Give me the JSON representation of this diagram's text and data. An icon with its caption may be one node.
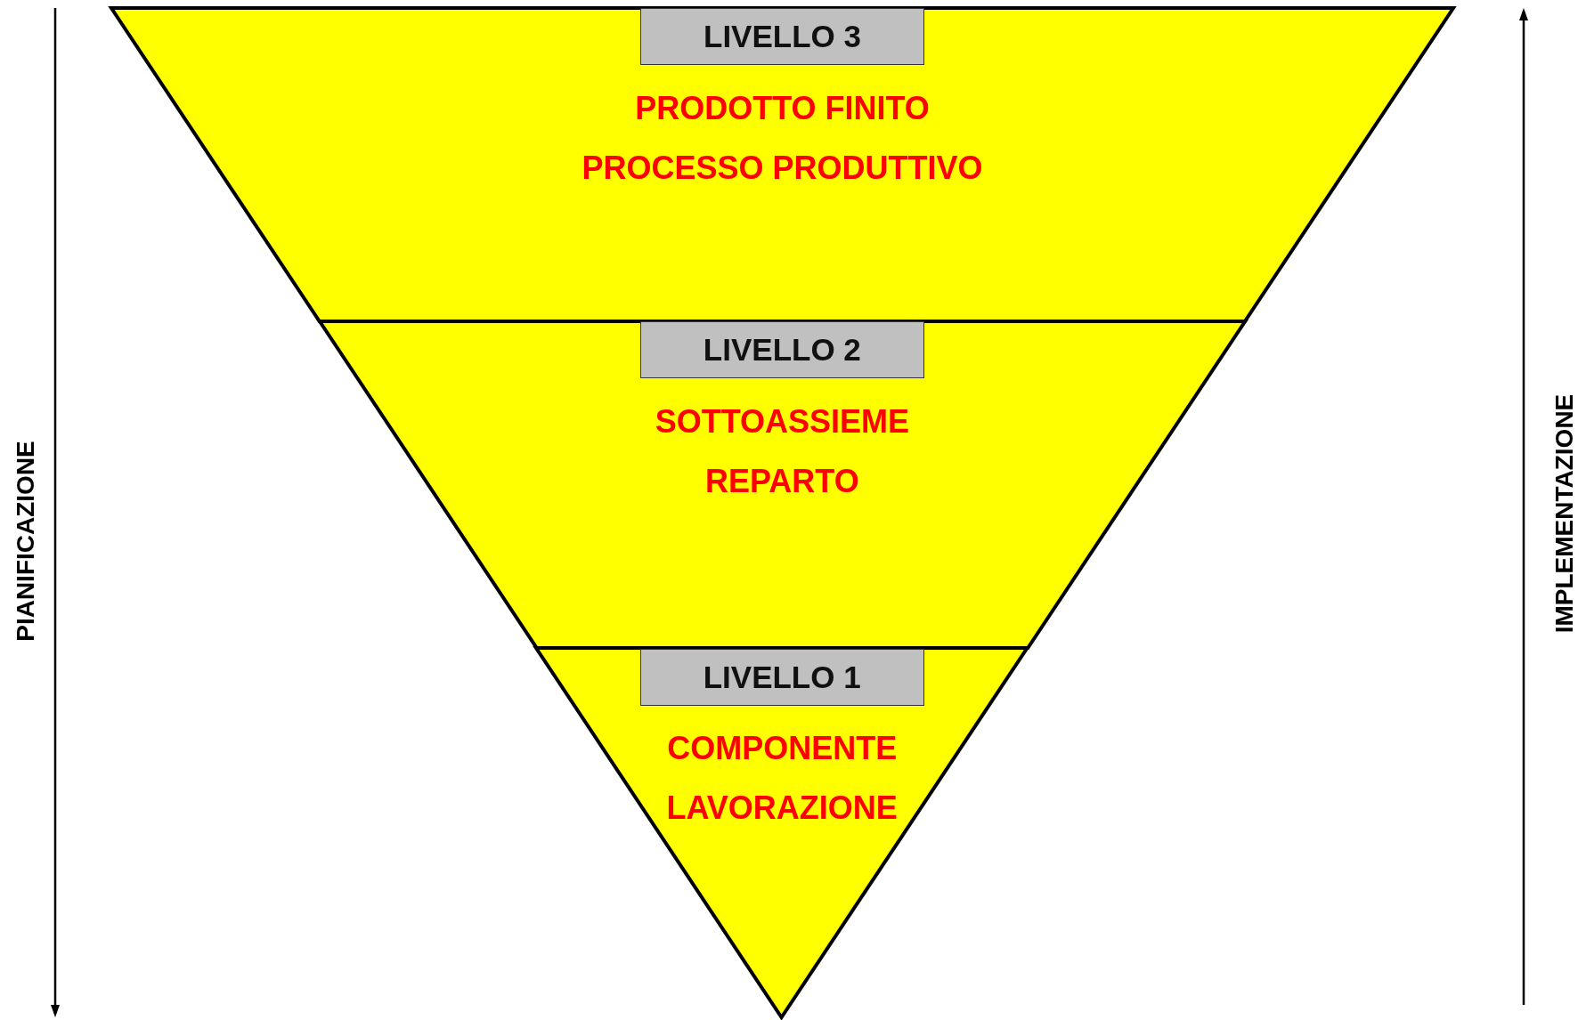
{
  "diagram": {
    "nodes": [
      {
        "text": [
          "PRODOTTO FINITO",
          "PROCESSO PRODUTTIVO"
        ]
      },
      {
        "text": [
          "LIVELLO 3"
        ],
        "in": 0
      },
      {
        "text": [
          "SOTTOASSIEME",
          "REPARTO"
        ]
      },
      {
        "text": [
          "LIVELLO 2"
        ],
        "in": 2
      },
      {
        "text": [
          "COMPONENTE",
          "LAVORAZIONE"
        ]
      },
      {
        "text": [
          "LIVELLO 1"
        ],
        "in": 4
      }
    ],
    "labels": [
      "PIANIFICAZIONE",
      "IMPLEMENTAZIONE"
    ]
  }
}
